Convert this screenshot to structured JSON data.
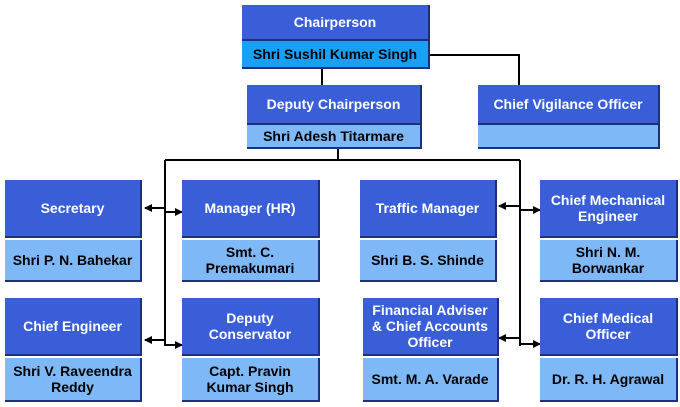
{
  "org": {
    "chairperson": {
      "title": "Chairperson",
      "name": "Shri Sushil Kumar Singh"
    },
    "deputy_chairperson": {
      "title": "Deputy Chairperson",
      "name": "Shri Adesh Titarmare"
    },
    "chief_vigilance": {
      "title": "Chief Vigilance Officer",
      "name": ""
    },
    "secretary": {
      "title": "Secretary",
      "name": "Shri P. N. Bahekar"
    },
    "manager_hr": {
      "title": "Manager (HR)",
      "name": "Smt. C. Premakumari"
    },
    "traffic_manager": {
      "title": "Traffic Manager",
      "name": "Shri B. S. Shinde"
    },
    "chief_mech_engineer": {
      "title": "Chief Mechanical Engineer",
      "name": "Shri N. M. Borwankar"
    },
    "chief_engineer": {
      "title": "Chief Engineer",
      "name": "Shri V. Raveendra Reddy"
    },
    "deputy_conservator": {
      "title": "Deputy Conservator",
      "name": "Capt.  Pravin Kumar Singh"
    },
    "financial_adviser": {
      "title": "Financial Adviser & Chief Accounts Officer",
      "name": "Smt. M. A. Varade"
    },
    "chief_medical": {
      "title": "Chief Medical Officer",
      "name": "Dr. R. H. Agrawal"
    }
  },
  "colors": {
    "role_fill": "#3a5ed8",
    "name_fill": "#7fb8f7",
    "top_name_fill": "#1aa0f2",
    "line": "#000000"
  }
}
